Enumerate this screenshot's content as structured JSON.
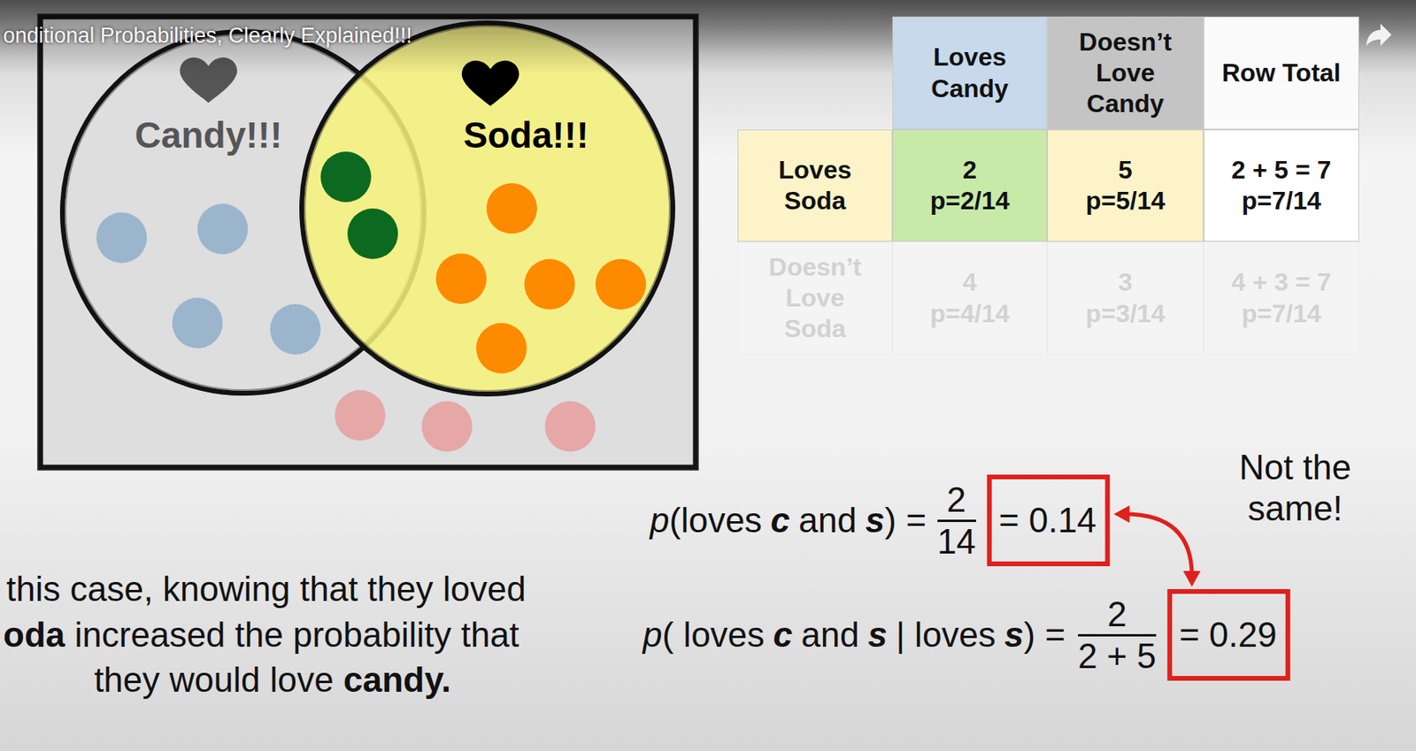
{
  "diagram": {
    "title": "onditional Probabilities, Clearly Explained!!!",
    "nodes": [
      {
        "text": [
          "Candy!!!"
        ]
      },
      {
        "text": [
          "Soda!!!"
        ]
      }
    ],
    "labels": [
      "Loves Candy",
      "Doesn’t Love Candy",
      "Row Total",
      "Loves Soda",
      "2",
      "p=2/14",
      "5",
      "p=5/14",
      "2 + 5 = 7",
      "p=7/14",
      "Doesn’t Love Soda",
      "4",
      "p=4/14",
      "3",
      "p=3/14",
      "4 + 3 = 7",
      "p=7/14",
      "p",
      "(loves",
      "c",
      "and",
      "s",
      ") =",
      "2",
      "14",
      "= 0.14",
      "Not the same!",
      "p",
      "( loves",
      "c",
      "and",
      "s",
      "| loves",
      "s",
      ") =",
      "2",
      "2 + 5",
      "= 0.29",
      "this case, knowing that they loved",
      "oda",
      "increased the probability that",
      "they would love",
      "candy."
    ]
  }
}
